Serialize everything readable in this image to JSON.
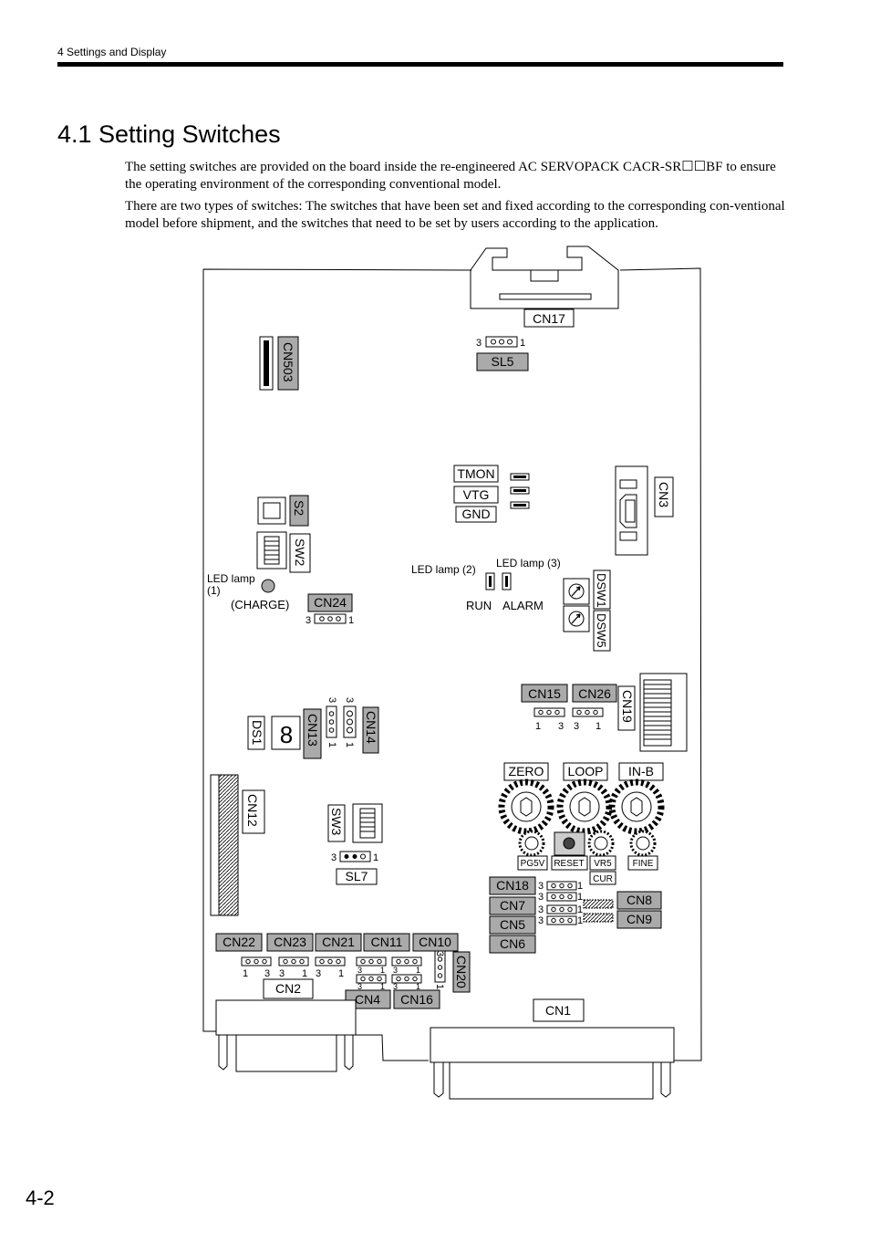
{
  "header": {
    "section": "4  Settings and Display"
  },
  "title": "4.1  Setting Switches",
  "paragraphs": [
    "The setting switches are provided on the board inside the re-engineered AC SERVOPACK CACR-SR☐☐BF to ensure the operating environment of the corresponding conventional model.",
    "There are two types of switches: The switches that have been set and fixed according to the corresponding con-ventional model before shipment, and the switches that need to be set by users according to the application."
  ],
  "page_number": "4-2",
  "diagram": {
    "labels": {
      "cn17": "CN17",
      "sl5": "SL5",
      "cn503": "CN503",
      "tmon": "TMON",
      "vtg": "VTG",
      "gnd": "GND",
      "cn3": "CN3",
      "s2": "S2",
      "sw2": "SW2",
      "led1_a": "LED lamp",
      "led1_b": "(1)",
      "charge": "(CHARGE)",
      "cn24": "CN24",
      "led2": "LED lamp (2)",
      "led3": "LED lamp (3)",
      "run": "RUN",
      "alarm": "ALARM",
      "dsw1": "DSW1",
      "dsw5": "DSW5",
      "cn15": "CN15",
      "cn26": "CN26",
      "cn19": "CN19",
      "ds1": "DS1",
      "seg": "8",
      "cn13": "CN13",
      "cn14": "CN14",
      "zero": "ZERO",
      "loop": "LOOP",
      "inb": "IN-B",
      "cn12": "CN12",
      "sw3": "SW3",
      "sl7": "SL7",
      "pg5v": "PG5V",
      "reset": "RESET",
      "vr5": "VR5",
      "fine": "FINE",
      "cur": "CUR",
      "cn18": "CN18",
      "cn7": "CN7",
      "cn5": "CN5",
      "cn6": "CN6",
      "cn8": "CN8",
      "cn9": "CN9",
      "cn22": "CN22",
      "cn23": "CN23",
      "cn21": "CN21",
      "cn11": "CN11",
      "cn10": "CN10",
      "cn20": "CN20",
      "cn2": "CN2",
      "cn4": "CN4",
      "cn16": "CN16",
      "cn1": "CN1",
      "pin1": "1",
      "pin3": "3"
    }
  }
}
